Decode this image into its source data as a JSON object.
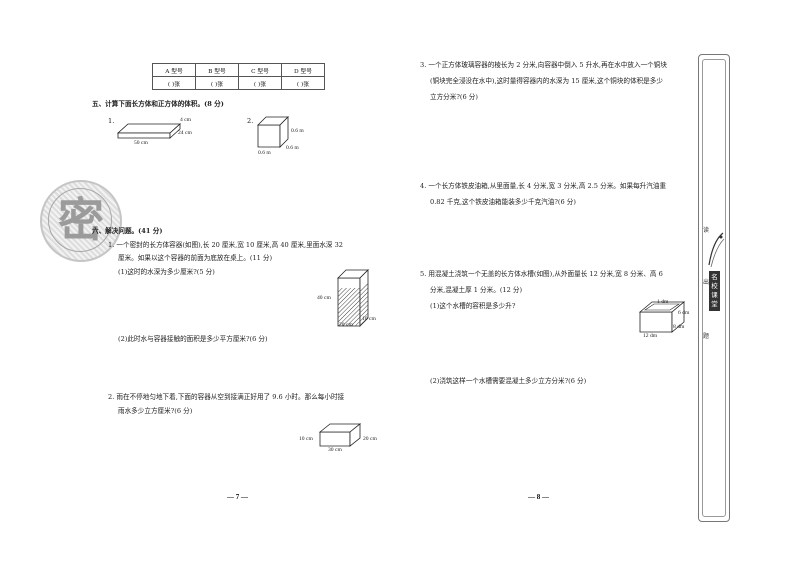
{
  "left_page": {
    "table": {
      "headers": [
        "A 型号",
        "B 型号",
        "C 型号",
        "D 型号"
      ],
      "cells": [
        "(    )张",
        "(    )张",
        "(    )张",
        "(    )张"
      ]
    },
    "section5": {
      "title": "五、计算下面长方体和正方体的体积。(8 分)",
      "q1_num": "1.",
      "q1_labels": {
        "length": "50 cm",
        "width": "24 cm",
        "height": "4 cm"
      },
      "q2_num": "2.",
      "q2_labels": {
        "a": "0.6 m",
        "b": "0.6 m",
        "c": "0.6 m"
      }
    },
    "seal_char": "密",
    "section6": {
      "title": "六、解决问题。(41 分)",
      "q1_line1": "1. 一个密封的长方体容器(如图),长 20 厘米,宽 10 厘米,高 40 厘米,里面水深 32",
      "q1_line2": "厘米。如果以这个容器的前面为底放在桌上。(11 分)",
      "q1_sub1": "(1)这时的水深为多少厘米?(5 分)",
      "q1_fig": {
        "height": "40 cm",
        "length": "20 cm",
        "width": "10 cm"
      },
      "q1_sub2": "(2)此时水与容器接触的面积是多少平方厘米?(6 分)",
      "q2_line1": "2. 雨在不停地匀地下着,下面的容器从空到接满正好用了 9.6 小时。那么每小时接",
      "q2_line2": "雨水多少立方厘米?(6 分)",
      "q2_fig": {
        "height": "10 cm",
        "length": "30 cm",
        "width": "20 cm"
      }
    },
    "page_number": "— 7 —"
  },
  "right_page": {
    "q3_line1": "3. 一个正方体玻璃容器的棱长为 2 分米,向容器中倒入 5 升水,再在水中放入一个铜块",
    "q3_line2": "(铜块完全浸没在水中),这时量得容器内的水深为 15 厘米,这个铜块的体积是多少",
    "q3_line3": "立方分米?(6 分)",
    "q4_line1": "4. 一个长方体铁皮油箱,从里面量,长 4 分米,宽 3 分米,高 2.5 分米。如果每升汽油重",
    "q4_line2": "0.82 千克,这个铁皮油箱能装多少千克汽油?(6 分)",
    "q5_line1": "5. 用混凝土浇筑一个无盖的长方体水槽(如图),从外面量长 12 分米,宽 8 分米、高 6",
    "q5_line2": "分米,混凝土厚 1 分米。(12 分)",
    "q5_sub1": "(1)这个水槽的容积是多少升?",
    "q5_fig": {
      "thickness": "1 dm",
      "height": "6 dm",
      "width": "8 dm",
      "length": "12 dm"
    },
    "q5_sub2": "(2)浇筑这样一个水槽需要混凝土多少立方分米?(6 分)",
    "page_number": "— 8 —"
  },
  "sidebar": {
    "chars": [
      "读",
      "出",
      "题"
    ],
    "logo_text": "名校课堂"
  }
}
